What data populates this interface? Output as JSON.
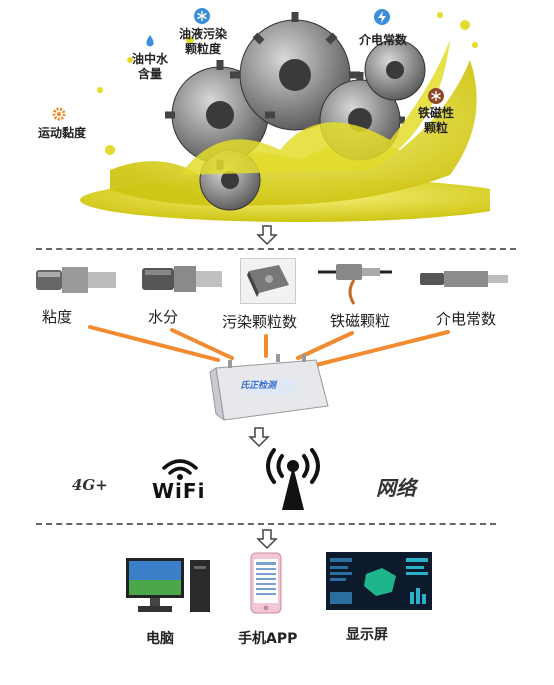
{
  "top_params": {
    "viscosity": "运动黏度",
    "water_line1": "油中水",
    "water_line2": "含量",
    "contam_line1": "油液污染",
    "contam_line2": "颗粒度",
    "dielectric": "介电常数",
    "ferro_line1": "铁磁性",
    "ferro_line2": "颗粒"
  },
  "sensors": {
    "viscosity": "粘度",
    "water": "水分",
    "contamination": "污染颗粒数",
    "ferromagnetic": "铁磁颗粒",
    "dielectric": "介电常数"
  },
  "hub": {
    "label": "氏正检测"
  },
  "comms": {
    "g4": "4G+",
    "wifi": "WiFi",
    "network": "网络"
  },
  "devices": {
    "pc": "电脑",
    "phone": "手机APP",
    "display": "显示屏"
  },
  "colors": {
    "oil": "#e8e23a",
    "link": "#f28a30",
    "icon_orange": "#f08a24",
    "icon_blue": "#3a8fd8",
    "icon_brown": "#8a4a2a"
  }
}
